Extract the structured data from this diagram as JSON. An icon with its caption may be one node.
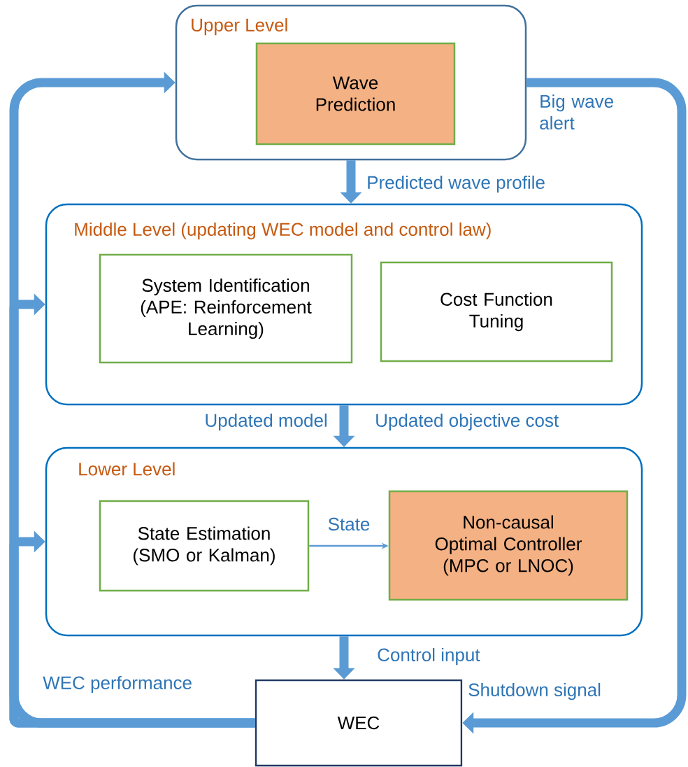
{
  "diagram": {
    "nodes": [
      {
        "text": [
          "Upper Level"
        ]
      },
      {
        "text": [
          "Wave Prediction"
        ],
        "in": 0
      },
      {
        "text": [
          "Middle Level (updating WEC model and control law)"
        ]
      },
      {
        "text": [
          "System Identification (APE: Reinforcement Learning)"
        ],
        "in": 2
      },
      {
        "text": [
          "Cost Function Tuning"
        ],
        "in": 2
      },
      {
        "text": [
          "Lower Level"
        ]
      },
      {
        "text": [
          "State Estimation (SMO or Kalman)"
        ],
        "in": 5
      },
      {
        "text": [
          "Non-causal Optimal Controller",
          "(MPC or LNOC)"
        ],
        "in": 5
      },
      {
        "text": [
          "WEC"
        ]
      }
    ],
    "edges": [
      {
        "from": 0,
        "to": 2,
        "arrow": "to",
        "label": "Predicted wave profile"
      },
      {
        "from": 2,
        "to": 5,
        "arrow": "to",
        "label": "Updated model"
      },
      {
        "from": 6,
        "to": 7,
        "arrow": "to",
        "label": "State"
      },
      {
        "from": 5,
        "to": 8,
        "arrow": "to",
        "label": "Control input"
      },
      {
        "from": 8,
        "to": 0,
        "arrow": "to",
        "label": "WEC performance"
      },
      {
        "from": 8,
        "to": 2,
        "arrow": "to"
      },
      {
        "from": 8,
        "to": 5,
        "arrow": "to"
      },
      {
        "from": 0,
        "to": 8,
        "arrow": "to",
        "label": "Big wave alert"
      }
    ],
    "labels": [
      "Updated objective cost",
      "Shutdown signal"
    ]
  }
}
